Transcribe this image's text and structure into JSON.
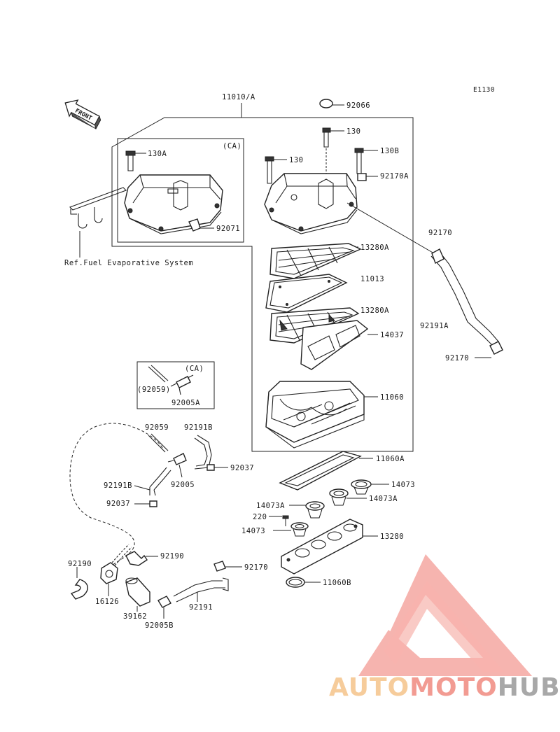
{
  "diagram": {
    "code": "E1130",
    "front_label": "FRONT",
    "ref_note": "Ref.Fuel Evaporative System",
    "region_ca_top": "(CA)",
    "region_ca_small": "(CA)",
    "labels": {
      "l_11010A": "11010/A",
      "l_92066": "92066",
      "l_130_top": "130",
      "l_130A": "130A",
      "l_130_mid": "130",
      "l_130B": "130B",
      "l_92170A": "92170A",
      "l_92071": "92071",
      "l_92170_a": "92170",
      "l_13280A_1": "13280A",
      "l_11013": "11013",
      "l_13280A_2": "13280A",
      "l_14037": "14037",
      "l_92191A": "92191A",
      "l_92170_b": "92170",
      "l_11060": "11060",
      "l_92059_paren": "(92059)",
      "l_92005A": "92005A",
      "l_92059": "92059",
      "l_92191B_1": "92191B",
      "l_92037_1": "92037",
      "l_92191B_2": "92191B",
      "l_92005": "92005",
      "l_92037_2": "92037",
      "l_11060A": "11060A",
      "l_14073_1": "14073",
      "l_14073A_1": "14073A",
      "l_14073A_2": "14073A",
      "l_220": "220",
      "l_14073_2": "14073",
      "l_13280": "13280",
      "l_92190_1": "92190",
      "l_92190_2": "92190",
      "l_92170_c": "92170",
      "l_16126": "16126",
      "l_39162": "39162",
      "l_92191": "92191",
      "l_92005B": "92005B",
      "l_11060B": "11060B"
    }
  },
  "watermark": {
    "part1": "AUTO",
    "part2": "MOTO",
    "part3": "HUB",
    "color1": "#f5c48a",
    "color2": "#f08a80",
    "color3": "#9a9a9a",
    "triangle_color": "#f28a82"
  }
}
